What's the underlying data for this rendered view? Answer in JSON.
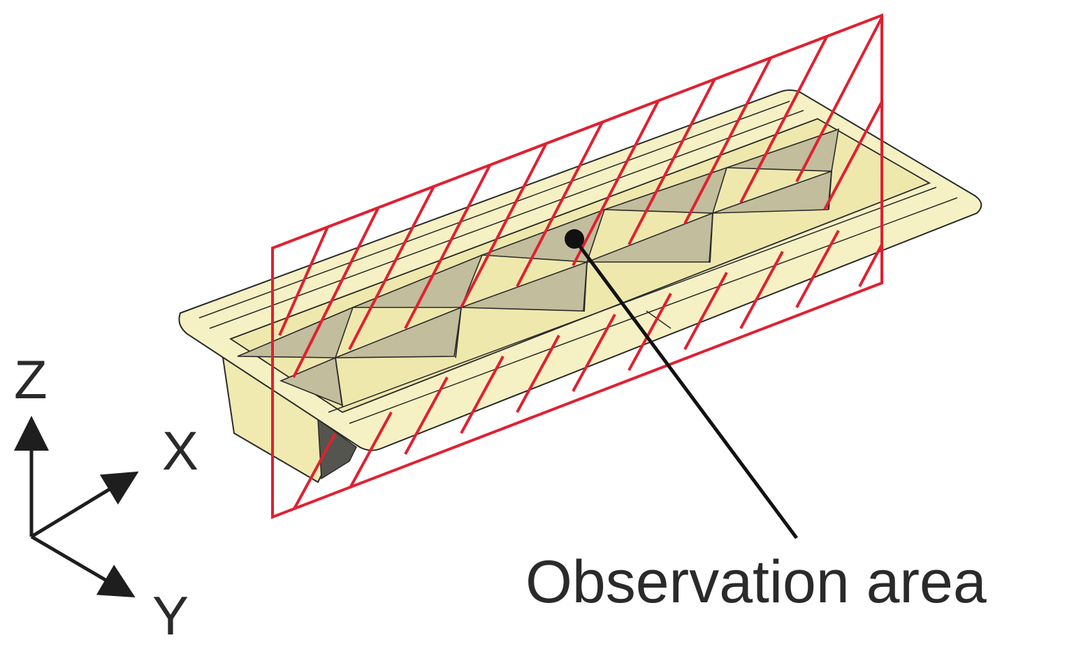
{
  "axes": {
    "z_label": "Z",
    "x_label": "X",
    "y_label": "Y"
  },
  "callout": {
    "label": "Observation area"
  },
  "colors": {
    "plane_outline": "#e02030",
    "hatch": "#e02030",
    "part_fill": "#f4efbf",
    "part_shadow": "#bdb898",
    "part_dark": "#5a5a55",
    "edge": "#2a2a2a",
    "text": "#2a2a2a"
  }
}
